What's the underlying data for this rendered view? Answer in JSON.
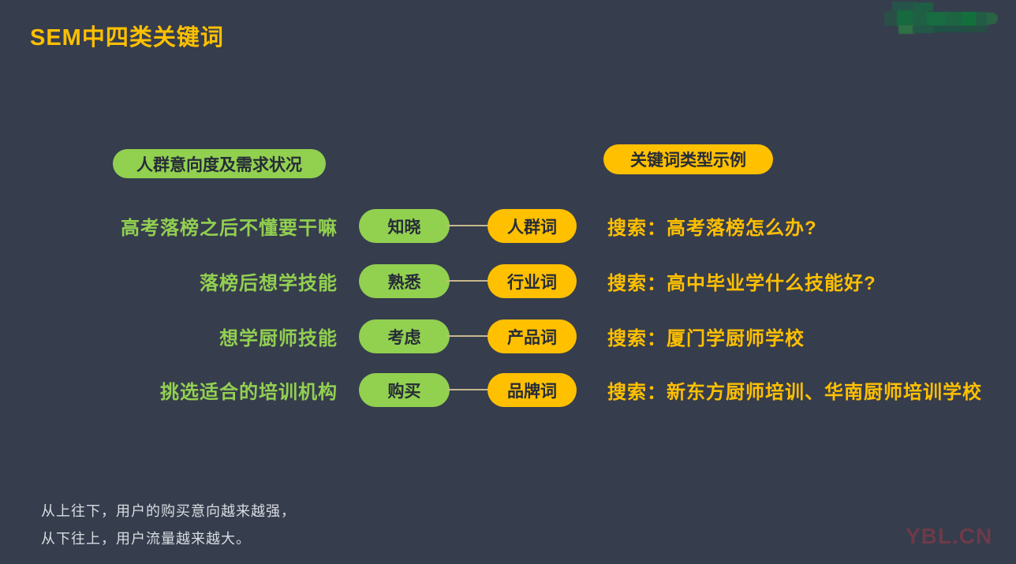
{
  "page": {
    "title": "SEM中四类关键词",
    "watermark": "YBL.CN"
  },
  "headers": {
    "left_pill": "人群意向度及需求状况",
    "right_pill": "关键词类型示例"
  },
  "rows": [
    {
      "need": "高考落榜之后不懂要干嘛",
      "stage": "知晓",
      "keyword_type": "人群词",
      "example": "搜索：高考落榜怎么办?"
    },
    {
      "need": "落榜后想学技能",
      "stage": "熟悉",
      "keyword_type": "行业词",
      "example": "搜索：高中毕业学什么技能好?"
    },
    {
      "need": "想学厨师技能",
      "stage": "考虑",
      "keyword_type": "产品词",
      "example": "搜索：厦门学厨师学校"
    },
    {
      "need": "挑选适合的培训机构",
      "stage": "购买",
      "keyword_type": "品牌词",
      "example": "搜索：新东方厨师培训、华南厨师培训学校"
    }
  ],
  "notes": [
    "从上往下，用户的购买意向越来越强，",
    "从下往上，用户流量越来越大。"
  ],
  "colors": {
    "background": "#363d4d",
    "green": "#92d050",
    "yellow": "#ffc000",
    "pill_text": "#262c38",
    "note_text": "#d9dde3",
    "connector": "#c7b98c",
    "watermark_red": "#6d3a49"
  }
}
